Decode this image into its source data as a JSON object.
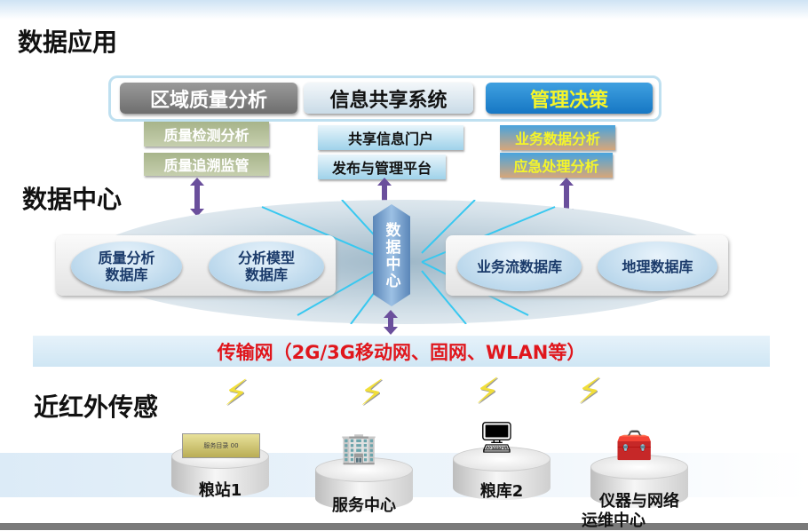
{
  "sections": {
    "apps": "数据应用",
    "datacenter": "数据中心",
    "sensing": "近红外传感"
  },
  "top_buttons": [
    "区域质量分析",
    "信息共享系统",
    "管理决策"
  ],
  "sub_items": {
    "quality": [
      "质量检测分析",
      "质量追溯监管"
    ],
    "share": [
      "共享信息门户",
      "发布与管理平台"
    ],
    "decision": [
      "业务数据分析",
      "应急处理分析"
    ]
  },
  "databases": {
    "left": [
      {
        "l1": "质量分析",
        "l2": "数据库"
      },
      {
        "l1": "分析模型",
        "l2": "数据库"
      }
    ],
    "right": [
      "业务流数据库",
      "地理数据库"
    ],
    "center": "数据中心"
  },
  "network": "传输网（2G/3G移动网、固网、WLAN等）",
  "nodes": [
    {
      "label": "粮站1",
      "card": "服务目录  00"
    },
    {
      "label": "服务中心"
    },
    {
      "label": "粮库2"
    },
    {
      "label": "仪器与网络",
      "label2": "运维中心"
    }
  ],
  "colors": {
    "network_text": "#e0161c",
    "decision_text": "#f5f52a",
    "arrow": "#6a4f9c"
  }
}
